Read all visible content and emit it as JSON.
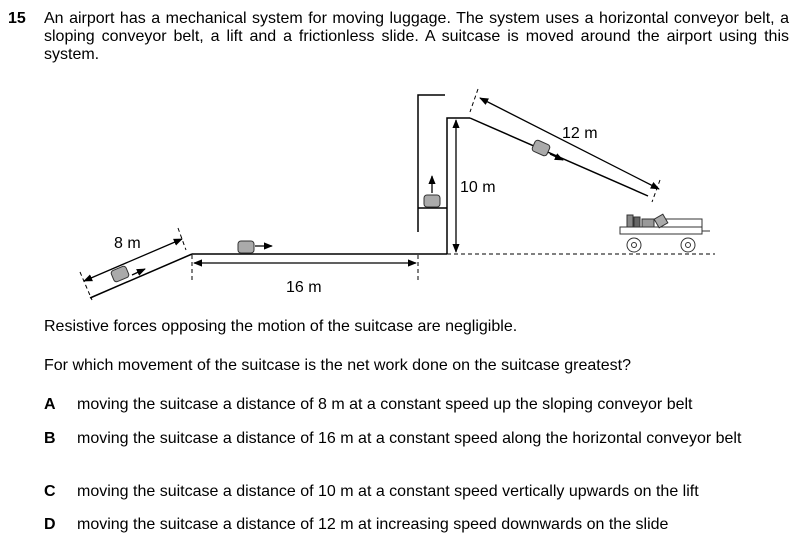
{
  "question": {
    "number": "15",
    "stem": "An airport has a mechanical system for moving luggage. The system uses a horizontal conveyor belt, a sloping conveyor belt, a lift and a frictionless slide. A suitcase is moved around the airport using this system.",
    "diagram": {
      "label_slope": "8 m",
      "label_horizontal": "16 m",
      "label_lift": "10 m",
      "label_slide": "12 m"
    },
    "statement": "Resistive forces opposing the motion of the suitcase are negligible.",
    "prompt": "For which movement of the suitcase is the net work done on the suitcase greatest?",
    "options": [
      {
        "letter": "A",
        "text": "moving the suitcase a distance of 8 m at a constant speed up the sloping conveyor belt"
      },
      {
        "letter": "B",
        "text": "moving the suitcase a distance of 16 m at a constant speed along the horizontal conveyor belt"
      },
      {
        "letter": "C",
        "text": "moving the suitcase a distance of 10 m at a constant speed vertically upwards on the lift"
      },
      {
        "letter": "D",
        "text": "moving the suitcase a distance of 12 m at increasing speed downwards on the slide"
      }
    ]
  }
}
